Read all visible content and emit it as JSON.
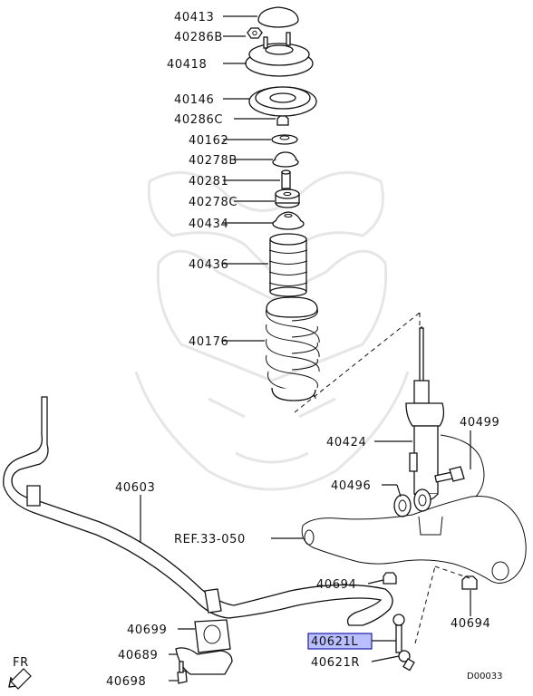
{
  "parts": {
    "p40413": "40413",
    "p40286B": "40286B",
    "p40418": "40418",
    "p40146": "40146",
    "p40286C": "40286C",
    "p40162": "40162",
    "p40278B": "40278B",
    "p40281": "40281",
    "p40278C": "40278C",
    "p40434": "40434",
    "p40436": "40436",
    "p40176": "40176",
    "p40424": "40424",
    "p40499": "40499",
    "p40496": "40496",
    "p40603": "40603",
    "ref": "REF.33-050",
    "p40694a": "40694",
    "p40694b": "40694",
    "p40699": "40699",
    "p40621L": "40621L",
    "p40689": "40689",
    "p40621R": "40621R",
    "p40698": "40698"
  },
  "front_marker": "FR",
  "diagram_id": "D00033",
  "highlight_color": "#b9bfff"
}
